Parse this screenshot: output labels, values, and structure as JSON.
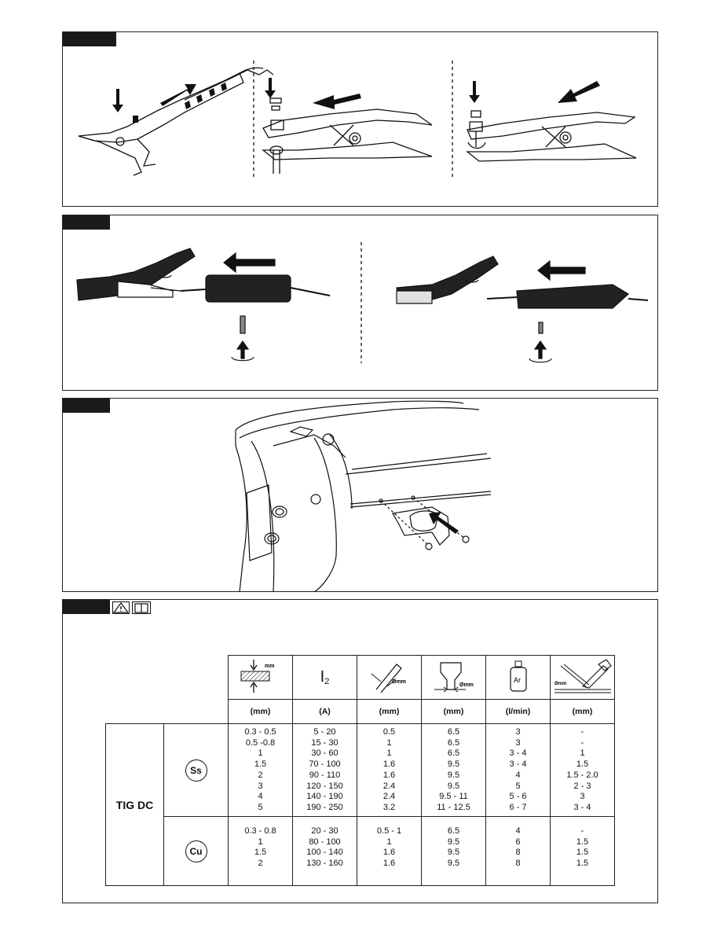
{
  "panel4": {
    "icons": {
      "warning": "warning-triangle-icon",
      "manual": "manual-book-icon"
    },
    "table": {
      "header_icons": [
        "thickness-icon",
        "current-icon",
        "electrode-diameter-icon",
        "nozzle-diameter-icon",
        "argon-bottle-icon",
        "filler-rod-icon"
      ],
      "current_symbol": "I",
      "current_subscript": "2",
      "icon_labels": {
        "thickness": "mm",
        "electrode": "Ømm",
        "nozzle": "Ømm",
        "argon": "Ar",
        "filler": "Ømm"
      },
      "units": [
        "(mm)",
        "(A)",
        "(mm)",
        "(mm)",
        "(l/min)",
        "(mm)"
      ],
      "process": "TIG DC",
      "materials": [
        {
          "name": "Ss",
          "rows": [
            [
              "0.3 - 0.5",
              "5 - 20",
              "0.5",
              "6.5",
              "3",
              "-"
            ],
            [
              "0.5 -0.8",
              "15 - 30",
              "1",
              "6.5",
              "3",
              "-"
            ],
            [
              "1",
              "30 - 60",
              "1",
              "6.5",
              "3 - 4",
              "1"
            ],
            [
              "1.5",
              "70 - 100",
              "1.6",
              "9.5",
              "3 - 4",
              "1.5"
            ],
            [
              "2",
              "90 - 110",
              "1.6",
              "9.5",
              "4",
              "1.5 - 2.0"
            ],
            [
              "3",
              "120 - 150",
              "2.4",
              "9.5",
              "5",
              "2 - 3"
            ],
            [
              "4",
              "140 - 190",
              "2.4",
              "9.5 - 11",
              "5 - 6",
              "3"
            ],
            [
              "5",
              "190 - 250",
              "3.2",
              "11 - 12.5",
              "6 - 7",
              "3 - 4"
            ]
          ]
        },
        {
          "name": "Cu",
          "rows": [
            [
              "0.3 - 0.8",
              "20 - 30",
              "0.5 - 1",
              "6.5",
              "4",
              "-"
            ],
            [
              "1",
              "80 - 100",
              "1",
              "9.5",
              "6",
              "1.5"
            ],
            [
              "1.5",
              "100 - 140",
              "1.6",
              "9.5",
              "8",
              "1.5"
            ],
            [
              "2",
              "130 - 160",
              "1.6",
              "9.5",
              "8",
              "1.5"
            ]
          ]
        }
      ]
    }
  }
}
